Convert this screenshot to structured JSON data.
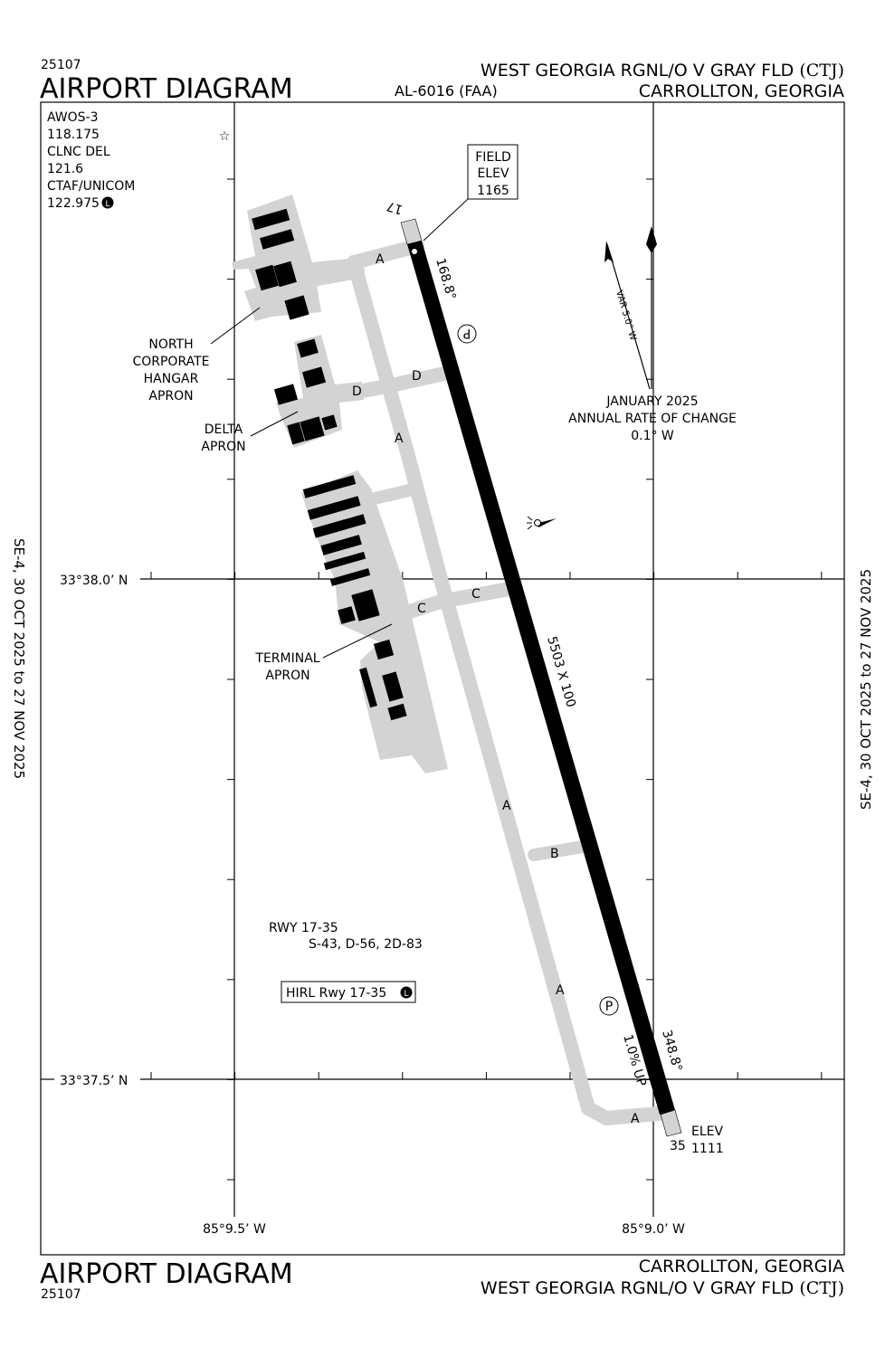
{
  "header": {
    "chart_number": "25107",
    "title": "AIRPORT DIAGRAM",
    "procedure_id": "AL-6016 (FAA)",
    "airport_name": "WEST GEORGIA RGNL/O V GRAY FLD",
    "airport_id": "(CTJ)",
    "city_state": "CARROLLTON, GEORGIA"
  },
  "footer": {
    "chart_number": "25107",
    "title": "AIRPORT DIAGRAM",
    "airport_name": "WEST GEORGIA RGNL/O V GRAY FLD",
    "airport_id": "(CTJ)",
    "city_state": "CARROLLTON, GEORGIA"
  },
  "side_margin": {
    "effective_dates": "SE-4,  30 OCT 2025  to  27 NOV 2025"
  },
  "comms": [
    {
      "label": "AWOS-3",
      "freq": "118.175"
    },
    {
      "label": "CLNC DEL",
      "freq": "121.6"
    },
    {
      "label": "CTAF/UNICOM",
      "freq": "122.975"
    }
  ],
  "icons": {
    "lighting": "L",
    "parking": "P",
    "star": "☆"
  },
  "field_elevation": {
    "line1": "FIELD",
    "line2": "ELEV",
    "value": "1165"
  },
  "runway": {
    "id_north": "17",
    "id_south": "35",
    "heading_north": "168.8°",
    "heading_south": "348.8°",
    "dimensions": "5503 X 100",
    "gradient": "1.0% UP",
    "elev_south_label": "ELEV",
    "elev_south": "1111"
  },
  "magnetic": {
    "variation": "VAR 5.0° W",
    "date": "JANUARY 2025",
    "rate_label": "ANNUAL RATE OF CHANGE",
    "rate": "0.1° W"
  },
  "aprons": {
    "north_corporate": [
      "NORTH",
      "CORPORATE",
      "HANGAR",
      "APRON"
    ],
    "delta": [
      "DELTA",
      "APRON"
    ],
    "terminal": [
      "TERMINAL",
      "APRON"
    ]
  },
  "taxiways": {
    "a": "A",
    "b": "B",
    "c": "C",
    "d": "D"
  },
  "runway_info": {
    "title": "RWY 17-35",
    "strength": "S-43, D-56, 2D-83",
    "lighting": "HIRL Rwy 17-35"
  },
  "coordinates": {
    "lat_north": "33°38.0’ N",
    "lat_south": "33°37.5’ N",
    "lon_west": "85°9.5’ W",
    "lon_east": "85°9.0’ W"
  }
}
